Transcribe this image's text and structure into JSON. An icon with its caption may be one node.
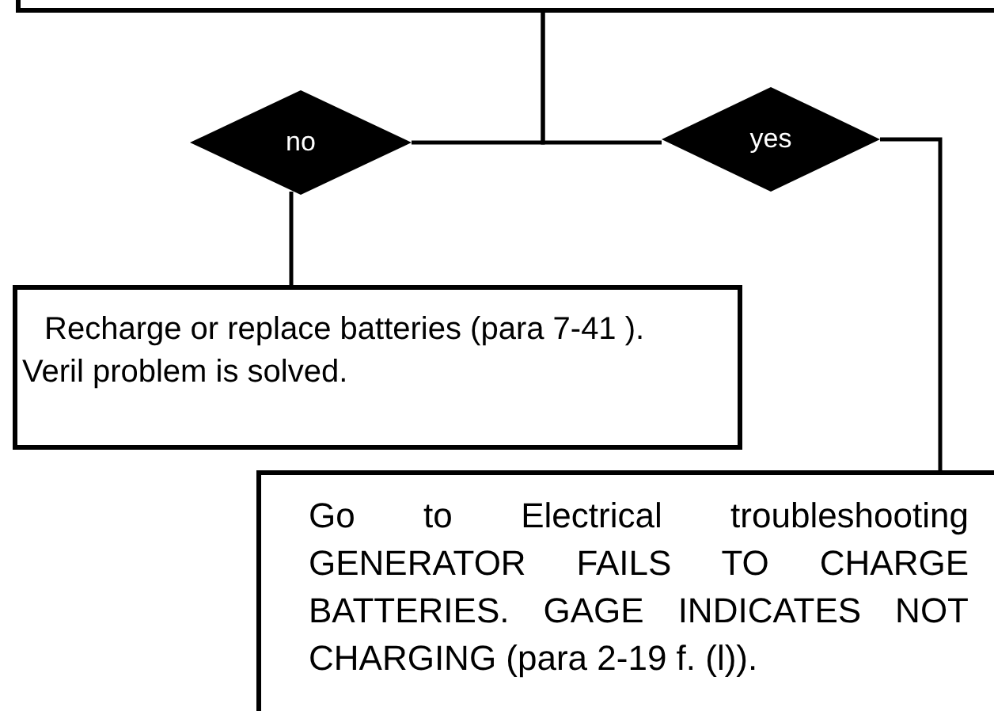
{
  "diagram": {
    "nodes": [
      {
        "text": [],
        "shape": "box"
      },
      {
        "text": [
          "no"
        ]
      },
      {
        "text": [
          "yes"
        ]
      },
      {
        "text": [
          "Recharge or replace batteries (para 7-41 ). Veril problem is solved."
        ]
      },
      {
        "text": [
          "Go to Electrical troubleshooting GENERATOR FAILS TO CHARGE BATTERIES. GAGE INDICATES NOT CHARGING (para 2-19 f. (l))."
        ]
      }
    ],
    "edges": [
      {
        "from": 0,
        "to": 1,
        "arrow": "none"
      },
      {
        "from": 0,
        "to": 2,
        "arrow": "none"
      },
      {
        "from": 1,
        "to": 3,
        "arrow": "none"
      },
      {
        "from": 2,
        "to": 4,
        "arrow": "none"
      }
    ]
  }
}
